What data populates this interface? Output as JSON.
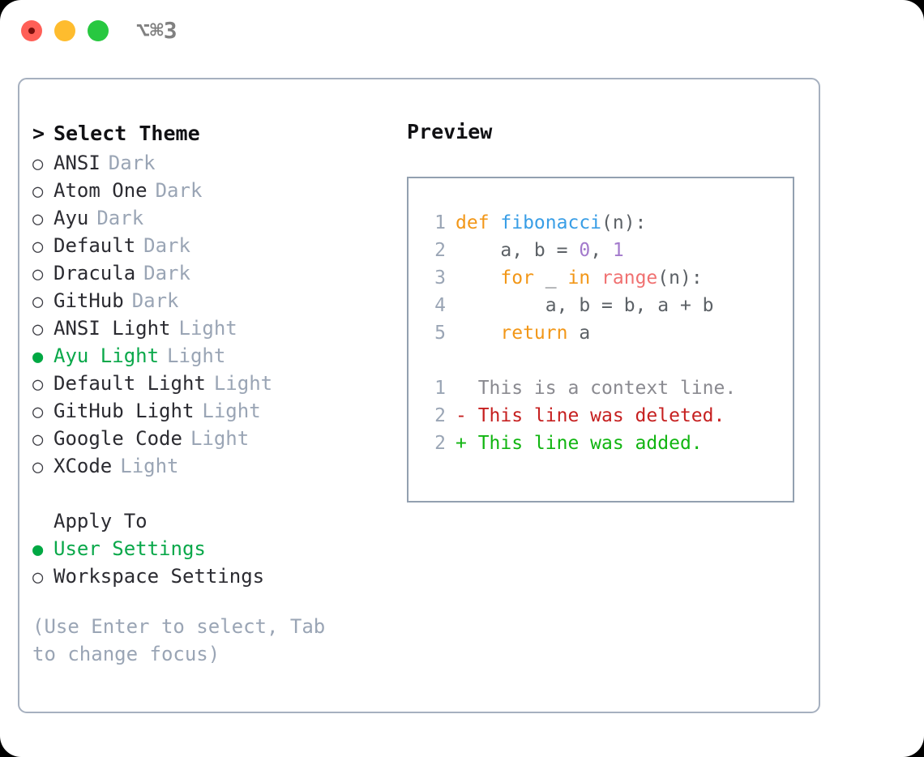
{
  "titlebar": {
    "shortcut": "⌥⌘3",
    "buttons": [
      {
        "name": "close",
        "color": "#ff5f57"
      },
      {
        "name": "minimize",
        "color": "#febc2e"
      },
      {
        "name": "maximize",
        "color": "#28c840"
      }
    ]
  },
  "theme_picker": {
    "heading": "Select Theme",
    "caret": ">",
    "marker_unselected": "○",
    "marker_selected": "●",
    "accent_color": "#0aa84a",
    "items": [
      {
        "label": "ANSI",
        "variant": "Dark",
        "selected": false
      },
      {
        "label": "Atom One",
        "variant": "Dark",
        "selected": false
      },
      {
        "label": "Ayu",
        "variant": "Dark",
        "selected": false
      },
      {
        "label": "Default",
        "variant": "Dark",
        "selected": false
      },
      {
        "label": "Dracula",
        "variant": "Dark",
        "selected": false
      },
      {
        "label": "GitHub",
        "variant": "Dark",
        "selected": false
      },
      {
        "label": "ANSI Light",
        "variant": "Light",
        "selected": false
      },
      {
        "label": "Ayu Light",
        "variant": "Light",
        "selected": true
      },
      {
        "label": "Default Light",
        "variant": "Light",
        "selected": false
      },
      {
        "label": "GitHub Light",
        "variant": "Light",
        "selected": false
      },
      {
        "label": "Google Code",
        "variant": "Light",
        "selected": false
      },
      {
        "label": "XCode",
        "variant": "Light",
        "selected": false
      }
    ]
  },
  "apply_to": {
    "heading": "Apply To",
    "items": [
      {
        "label": "User Settings",
        "selected": true
      },
      {
        "label": "Workspace Settings",
        "selected": false
      }
    ]
  },
  "hint": "(Use Enter to select, Tab to change focus)",
  "preview": {
    "title": "Preview",
    "code_lines": [
      {
        "lineno": "1",
        "tokens": [
          {
            "text": "def ",
            "type": "kw"
          },
          {
            "text": "fibonacci",
            "type": "fn"
          },
          {
            "text": "(n):",
            "type": "pl"
          }
        ]
      },
      {
        "lineno": "2",
        "tokens": [
          {
            "text": "    a, b = ",
            "type": "pl"
          },
          {
            "text": "0",
            "type": "num"
          },
          {
            "text": ", ",
            "type": "pl"
          },
          {
            "text": "1",
            "type": "num"
          }
        ]
      },
      {
        "lineno": "3",
        "tokens": [
          {
            "text": "    ",
            "type": "pl"
          },
          {
            "text": "for",
            "type": "kw"
          },
          {
            "text": " _ ",
            "type": "pl"
          },
          {
            "text": "in",
            "type": "kw"
          },
          {
            "text": " ",
            "type": "pl"
          },
          {
            "text": "range",
            "type": "call"
          },
          {
            "text": "(n):",
            "type": "pl"
          }
        ]
      },
      {
        "lineno": "4",
        "tokens": [
          {
            "text": "        a, b = b, a + b",
            "type": "pl"
          }
        ]
      },
      {
        "lineno": "5",
        "tokens": [
          {
            "text": "    ",
            "type": "pl"
          },
          {
            "text": "return",
            "type": "kw"
          },
          {
            "text": " a",
            "type": "pl"
          }
        ]
      }
    ],
    "diff_lines": [
      {
        "lineno": "1",
        "sign": " ",
        "text": " This is a context line.",
        "kind": "ctx"
      },
      {
        "lineno": "2",
        "sign": "-",
        "text": " This line was deleted.",
        "kind": "del"
      },
      {
        "lineno": "2",
        "sign": "+",
        "text": " This line was added.",
        "kind": "add"
      }
    ],
    "colors": {
      "keyword": "#f29718",
      "function": "#399ee6",
      "number": "#a37acc",
      "builtin": "#f07171",
      "plain": "#5c6166",
      "lineno": "#9aa5b5",
      "diff_context": "#8a8a90",
      "diff_deleted": "#c62020",
      "diff_added": "#11b511"
    }
  }
}
